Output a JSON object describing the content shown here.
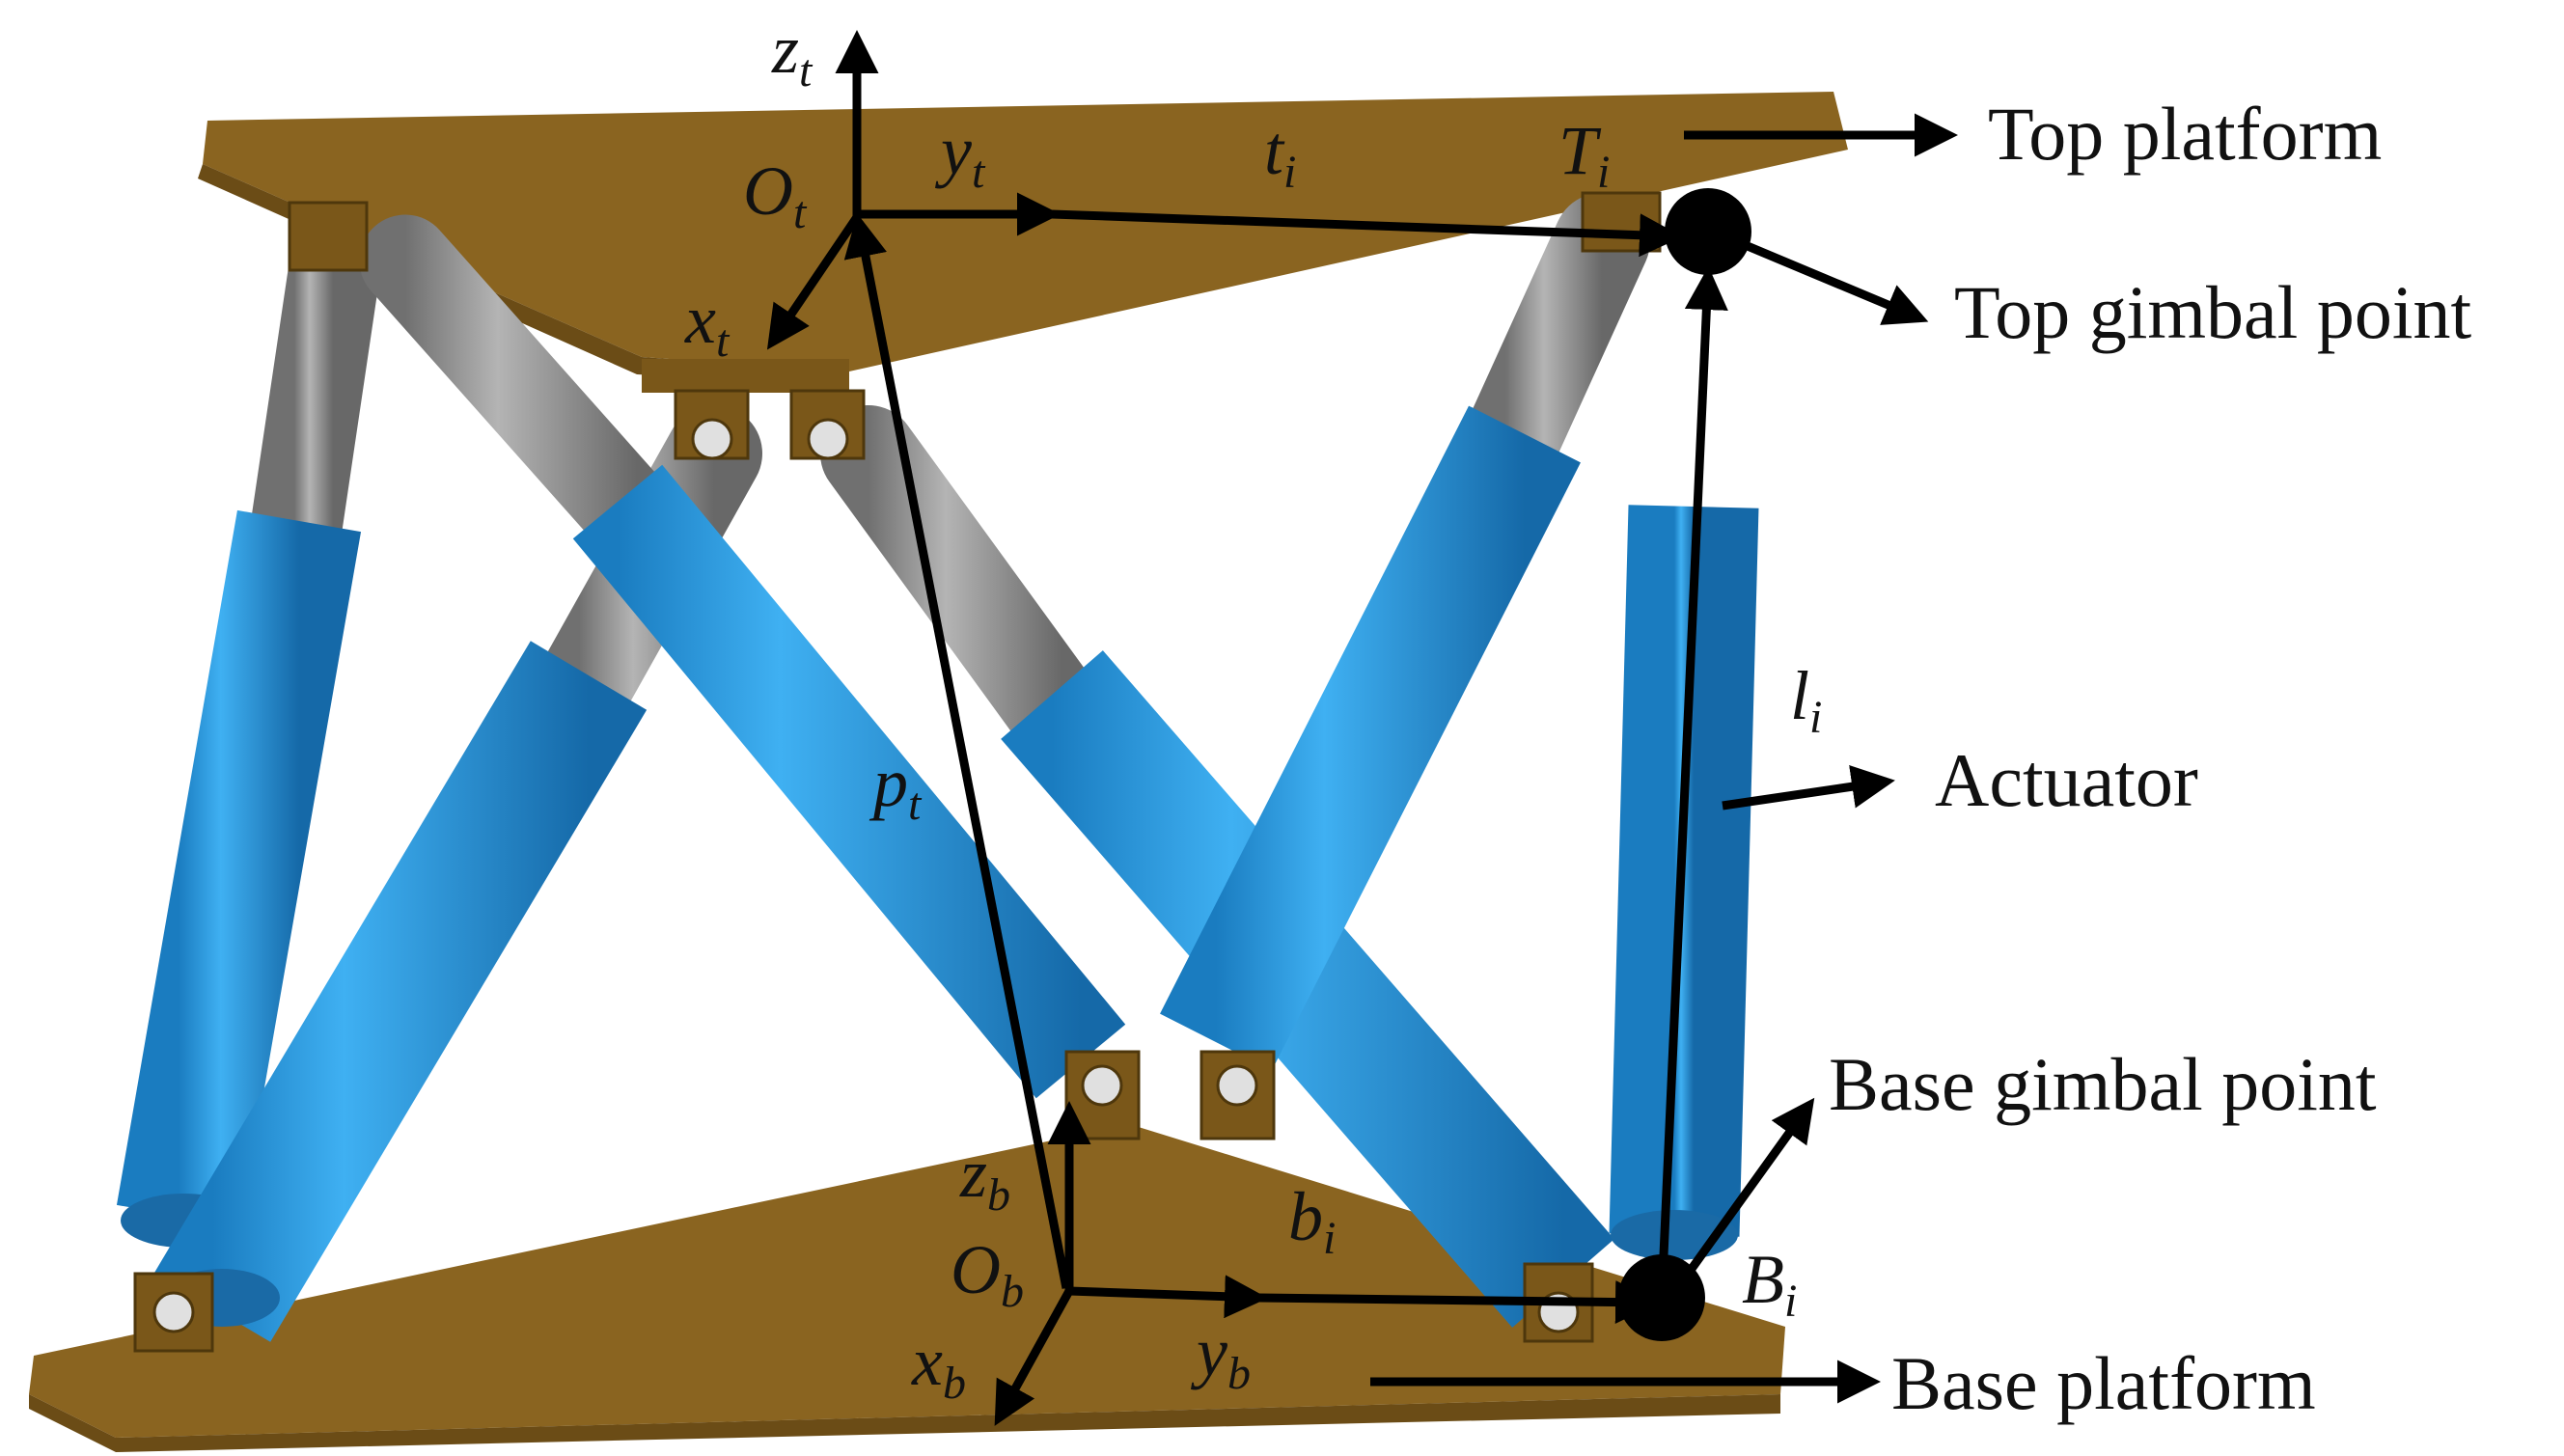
{
  "symbols": {
    "zt": {
      "main": "z",
      "sub": "t"
    },
    "yt": {
      "main": "y",
      "sub": "t"
    },
    "xt": {
      "main": "x",
      "sub": "t"
    },
    "Ot": {
      "main": "O",
      "sub": "t"
    },
    "ti": {
      "main": "t",
      "sub": "i"
    },
    "Ti": {
      "main": "T",
      "sub": "i"
    },
    "pt": {
      "main": "p",
      "sub": "t"
    },
    "li": {
      "main": "l",
      "sub": "i"
    },
    "zb": {
      "main": "z",
      "sub": "b"
    },
    "Ob": {
      "main": "O",
      "sub": "b"
    },
    "xb": {
      "main": "x",
      "sub": "b"
    },
    "yb": {
      "main": "y",
      "sub": "b"
    },
    "bi": {
      "main": "b",
      "sub": "i"
    },
    "Bi": {
      "main": "B",
      "sub": "i"
    }
  },
  "callouts": {
    "top_platform": "Top platform",
    "top_gimbal_point": "Top gimbal point",
    "actuator": "Actuator",
    "base_gimbal_point": "Base gimbal point",
    "base_platform": "Base platform"
  },
  "colors": {
    "platform": "#8a6420",
    "platform_dark": "#6b4c16",
    "cylinder_blue": "#2196de",
    "rod_gray": "#8c8c8c",
    "arrow": "#000000"
  }
}
